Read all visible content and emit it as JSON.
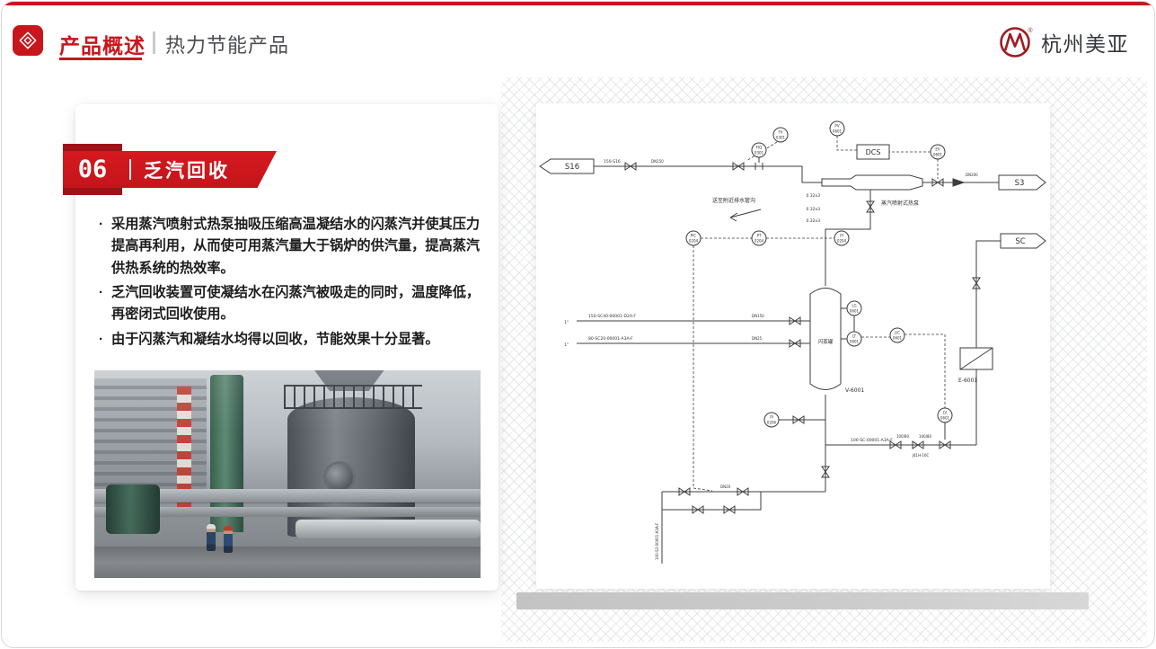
{
  "header": {
    "title_primary": "产品概述",
    "title_secondary": "热力节能产品",
    "brand_name": "杭州美亚",
    "brand_reg": "®"
  },
  "card": {
    "badge_number": "06",
    "badge_title": "乏汽回收",
    "bullets": [
      "采用蒸汽喷射式热泵抽吸压缩高温凝结水的闪蒸汽并使其压力提高再利用，从而使可用蒸汽量大于锅炉的供汽量，提高蒸汽供热系统的热效率。",
      "乏汽回收装置可使凝结水在闪蒸汽被吸走的同时，温度降低，再密闭式回收使用。",
      "由于闪蒸汽和凝结水均得以回收，节能效果十分显著。"
    ]
  },
  "diagram": {
    "flags": {
      "s16": "S16",
      "s3": "S3",
      "sc": "SC"
    },
    "dcs": "DCS",
    "vessel_tag": "V-6001",
    "vessel_name": "闪蒸罐",
    "exchanger_tag": "E-6001",
    "annotation_drain": "送至附近排水管沟",
    "annotation_ejector": "蒸汽喷射式热泵",
    "line_labels": {
      "l1": "150-S16",
      "l2": "150-SC40-00001-D2A-F",
      "l3": "80-SC20-00001-A3A-F",
      "l4": "100-SC-00001-A3A-F",
      "l5": "100-S3-00001-A3A-F",
      "spec": "0.32x3",
      "size": "100/80",
      "valve_model": "J41H-16C",
      "dn150": "DN150",
      "dn200": "DN200",
      "dn25": "DN25",
      "dn20": "DN20",
      "inch": "1\""
    },
    "instruments": [
      {
        "l1": "FIQ",
        "l2": "0301"
      },
      {
        "l1": "FV",
        "l2": "0301"
      },
      {
        "l1": "PV",
        "l2": "0601"
      },
      {
        "l1": "EV",
        "l2": "0601"
      },
      {
        "l1": "PIC",
        "l2": "0204"
      },
      {
        "l1": "PT",
        "l2": "0204"
      },
      {
        "l1": "PI",
        "l2": "0204"
      },
      {
        "l1": "LG",
        "l2": "0601"
      },
      {
        "l1": "LT",
        "l2": "0601"
      },
      {
        "l1": "LIC",
        "l2": "0601"
      },
      {
        "l1": "LV",
        "l2": "0601"
      },
      {
        "l1": "PI",
        "l2": "0206"
      }
    ]
  },
  "colors": {
    "accent_red": "#c8161d",
    "dark_red": "#9e1318",
    "logo_red": "#9d1c23",
    "text_dark": "#1c1c1c"
  }
}
